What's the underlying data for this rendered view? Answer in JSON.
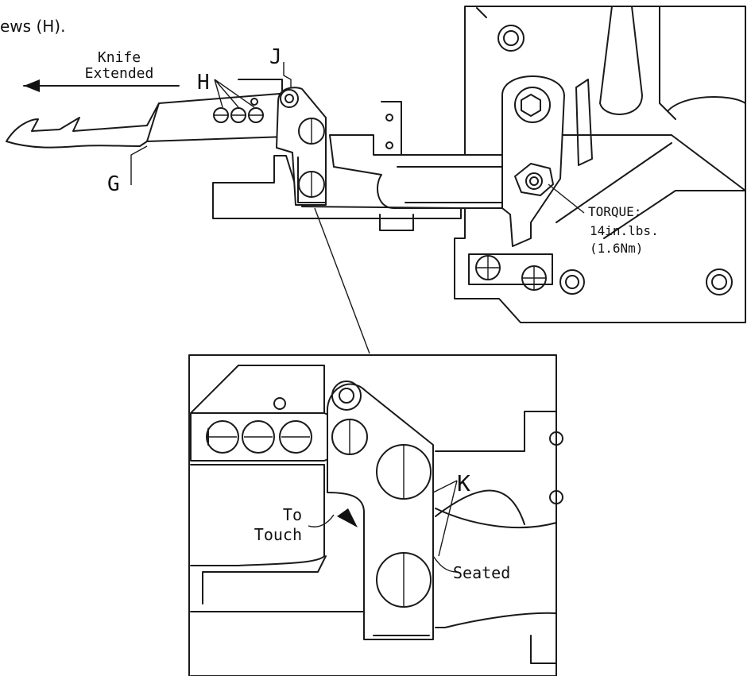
{
  "caption": "ews (H).",
  "labels": {
    "knife_line1": "Knife",
    "knife_line2": "Extended",
    "h": "H",
    "j": "J",
    "g": "G",
    "torque_line1": "TORQUE:",
    "torque_line2": "14in.lbs.",
    "torque_line3": "(1.6Nm)",
    "k": "K",
    "to": "To",
    "touch": "Touch",
    "seated": "Seated"
  },
  "colors": {
    "ink": "#1a1a1a",
    "paper": "#ffffff"
  }
}
